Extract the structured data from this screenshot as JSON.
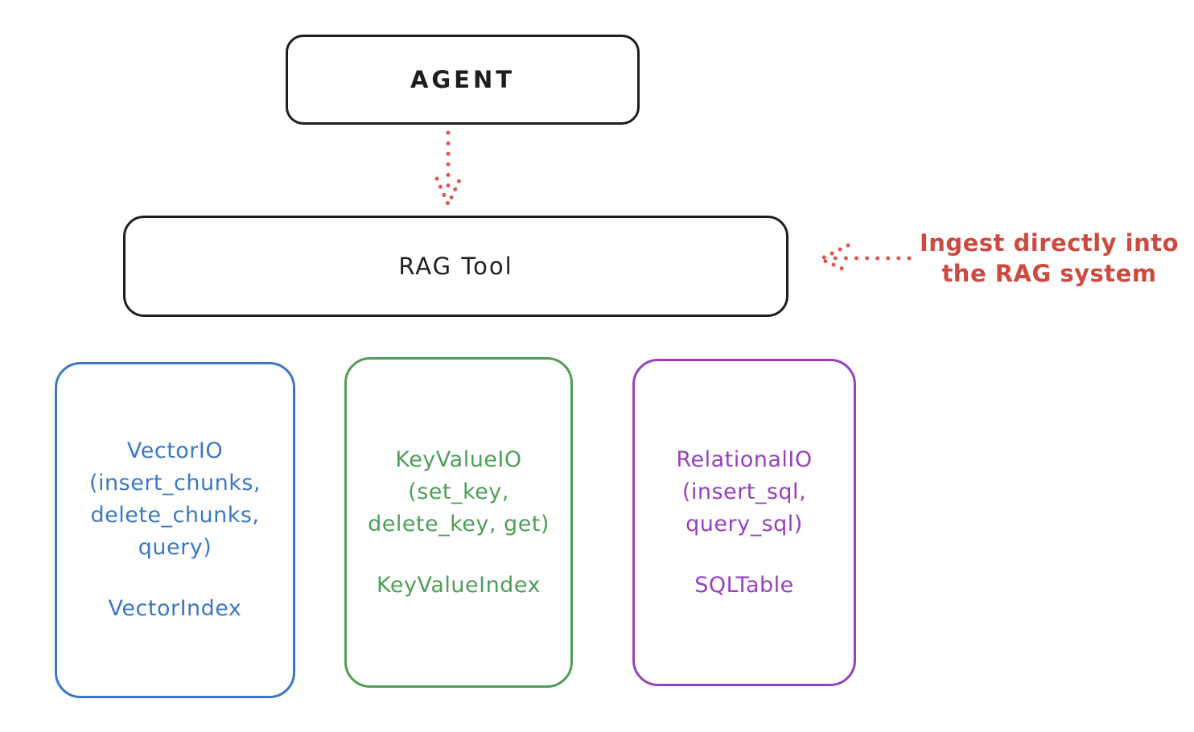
{
  "diagram": {
    "background": "#ffffff",
    "stroke_color": "#1e1e1e",
    "agent": {
      "label": "AGENT"
    },
    "rag_tool": {
      "label": "RAG Tool"
    },
    "annotation": {
      "line1": "Ingest directly into",
      "line2": "the RAG system",
      "color": "#cd4a40"
    },
    "arrows": {
      "agent_to_rag": {
        "style": "dotted",
        "direction": "down",
        "color": "#df5750"
      },
      "ingest_to_rag": {
        "style": "dotted",
        "direction": "left",
        "color": "#df5750"
      }
    },
    "backends": [
      {
        "name": "VectorIO",
        "color": "#3b78c2",
        "title": "VectorIO",
        "params": [
          "(insert_chunks,",
          "delete_chunks,",
          "query)"
        ],
        "index_label": "VectorIndex"
      },
      {
        "name": "KeyValueIO",
        "color": "#4f9e58",
        "title": "KeyValueIO",
        "params": [
          "(set_key,",
          "delete_key, get)"
        ],
        "index_label": "KeyValueIndex"
      },
      {
        "name": "RelationalIO",
        "color": "#9642bd",
        "title": "RelationalIO",
        "params": [
          "(insert_sql,",
          "query_sql)"
        ],
        "index_label": "SQLTable"
      }
    ]
  }
}
